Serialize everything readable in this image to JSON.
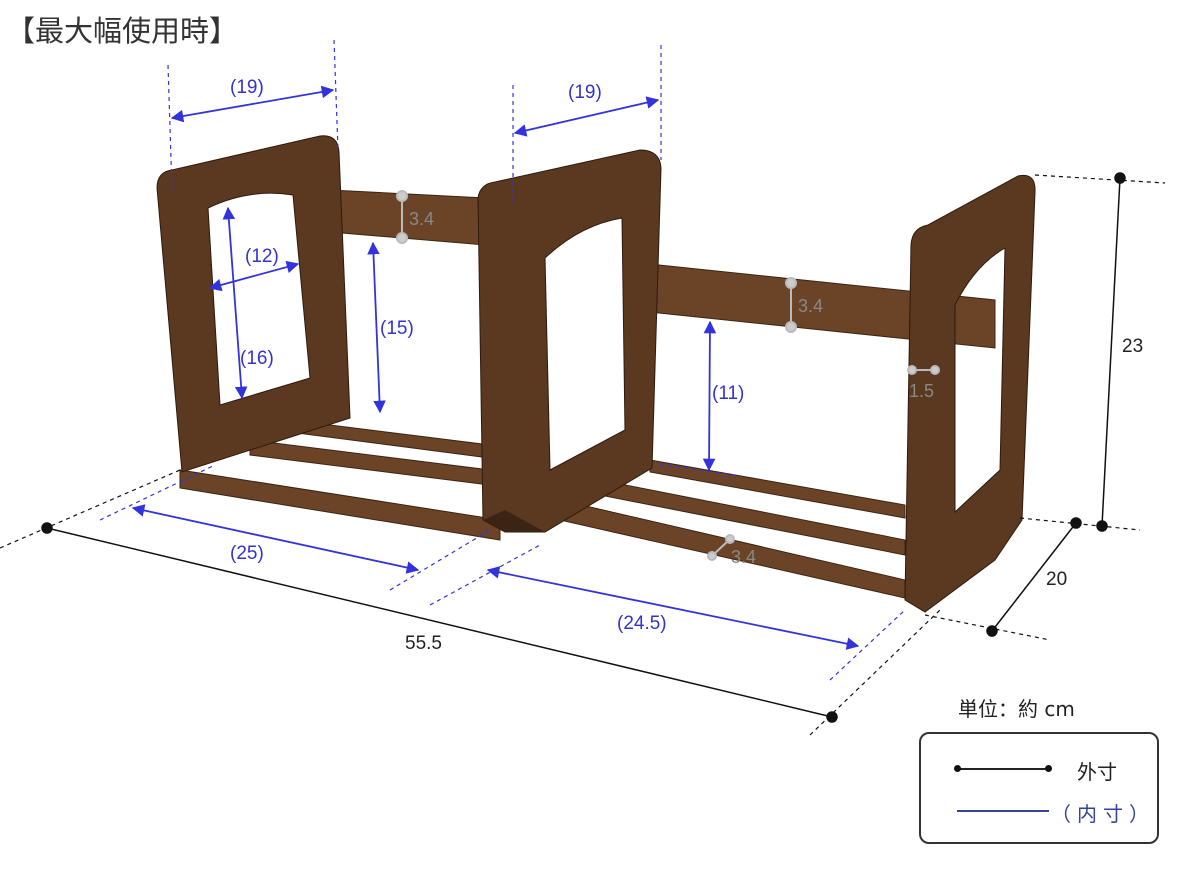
{
  "title": "【最大幅使用時】",
  "dimensions": {
    "left_depth_inner": "(19)",
    "right_depth_inner": "(19)",
    "left_rail_height": "3.4",
    "window_width": "(12)",
    "left_clearance": "(15)",
    "window_height": "(16)",
    "right_rail_height": "3.4",
    "right_clearance": "(11)",
    "panel_thickness": "1.5",
    "overall_height": "23",
    "overall_depth": "20",
    "left_inner_width": "(25)",
    "bottom_rail_height": "3.4",
    "right_inner_width": "(24.5)",
    "overall_width": "55.5"
  },
  "unit_label": "単位：約 cm",
  "legend": {
    "outer_label": "外寸",
    "inner_label": "（内寸）"
  },
  "colors": {
    "wood": "#5b3820",
    "inner_dim": "#3333dd",
    "outer_dim": "#111111"
  }
}
